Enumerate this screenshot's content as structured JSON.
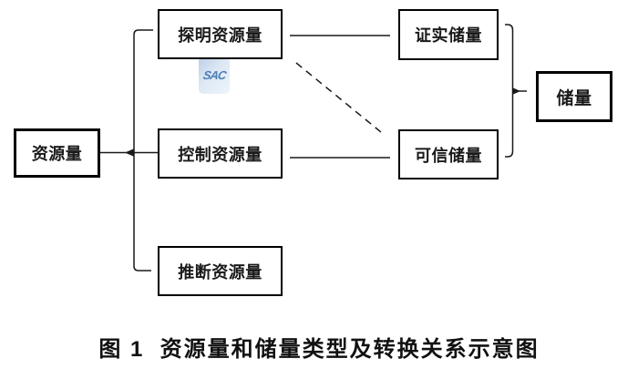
{
  "diagram": {
    "nodes": {
      "resources": "资源量",
      "explored_resources": "探明资源量",
      "controlled_resources": "控制资源量",
      "inferred_resources": "推断资源量",
      "proved_reserves": "证实储量",
      "probable_reserves": "可信储量",
      "reserves": "储量"
    },
    "edges": [
      {
        "from": "资源量",
        "to": [
          "探明资源量",
          "控制资源量",
          "推断资源量"
        ],
        "style": "square-brace"
      },
      {
        "from": "探明资源量",
        "to": "证实储量",
        "style": "solid"
      },
      {
        "from": "控制资源量",
        "to": "可信储量",
        "style": "solid"
      },
      {
        "from": "探明资源量",
        "to": "可信储量",
        "style": "dashed"
      },
      {
        "from": [
          "证实储量",
          "可信储量"
        ],
        "to": "储量",
        "style": "square-brace"
      }
    ],
    "watermark_text": "SAC",
    "caption": "图 1  资源量和储量类型及转换关系示意图",
    "colors": {
      "line": "#1a1a1a",
      "background": "#ffffff",
      "watermark_bg": "#dde8f4",
      "watermark_text": "#4e7fb8"
    }
  }
}
